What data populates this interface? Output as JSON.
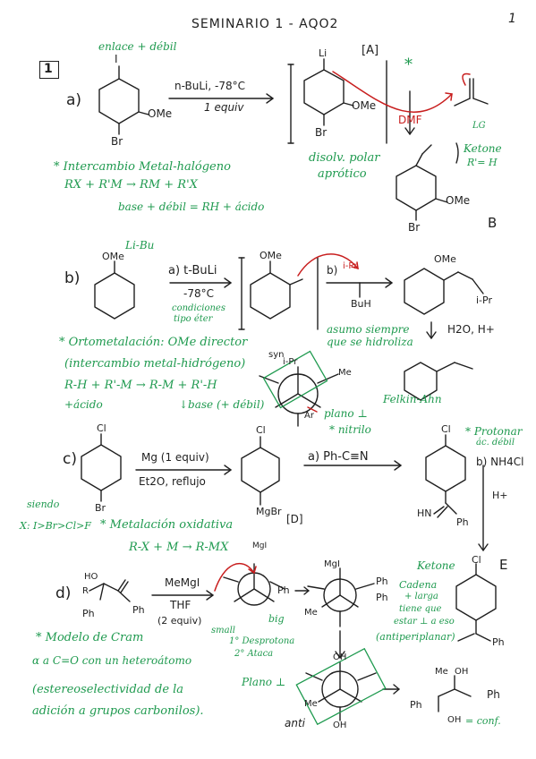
{
  "header": {
    "title": "SEMINARIO 1 - AQO2",
    "page_number": "1"
  },
  "problem_number": "1",
  "colors": {
    "ink": "#1f1f1f",
    "green": "#1f9a4f",
    "red": "#c81e1e"
  },
  "part_a": {
    "label": "a)",
    "weak_bond": "enlace + débil",
    "iodo": "I",
    "ome": "OMe",
    "br": "Br",
    "reagent": "n-BuLi, -78°C",
    "equiv": "1 equiv",
    "intermediate_li": "Li",
    "intermediate_ome": "OMe",
    "intermediate_br": "Br",
    "bracket_letter": "[A]",
    "star": "*",
    "dmf": "DMF",
    "solvent_note_1": "disolv. polar",
    "solvent_note_2": "aprótico",
    "lg": "LG",
    "ketone_note": "Ketone",
    "r_note": "R'= H",
    "product_ome": "OMe",
    "product_br": "Br",
    "product_letter": "B",
    "explanation_1": "* Intercambio Metal-halógeno",
    "equation_1": "RX + R'M → RM + R'X",
    "equation_2": "base + débil = RH + ácido"
  },
  "part_b": {
    "label": "b)",
    "li_bu": "Li-Bu",
    "ome": "OMe",
    "reagent": "a) t-BuLi",
    "temp": "-78°C",
    "cond_1": "condiciones",
    "cond_2": "tipo éter",
    "step_b": "b)",
    "ipr": "i-Pr",
    "buh": "BuH",
    "assume_1": "asumo siempre",
    "assume_2": "que se hidroliza",
    "workup": "H2O, H+",
    "explanation_1": "* Ortometalación: OMe director",
    "explanation_2": "(intercambio metal-hidrógeno)",
    "equation": "R-H + R'-M → R-M + R'-H",
    "acid": "+ácido",
    "base": "↓base (+ débil)",
    "syn": "syn",
    "newman_me": "Me",
    "newman_ipr": "i-Pr",
    "newman_ar": "Ar",
    "plano": "plano ⊥",
    "felkin": "Felkin-Ahn",
    "nitrilo": "* nitrilo"
  },
  "part_c": {
    "label": "c)",
    "cl": "Cl",
    "br": "Br",
    "reagent": "Mg (1 equiv)",
    "conditions": "Et2O, reflujo",
    "step_a": "a) Ph-C≡N",
    "step_b": "b) NH4Cl",
    "protonate_1": "* Protonar",
    "protonate_2": "ác. débil",
    "h_plus": "H+",
    "siendo": "siendo",
    "halogen_order": "X: I>Br>Cl>F",
    "explanation": "* Metalación oxidativa",
    "mgbr": "MgBr",
    "bracket_letter": "[D]",
    "equation": "R-X + M → R-MX",
    "imine": "HN",
    "ph": "Ph",
    "ketone": "Ketone",
    "product_letter": "E"
  },
  "part_d": {
    "label": "d)",
    "ho": "HO",
    "r": "R",
    "ph": "Ph",
    "reagent": "MeMgI",
    "solvent": "THF",
    "equiv": "(2 equiv)",
    "small": "small",
    "big": "big",
    "step_1": "1° Desprotona",
    "step_2": "2° Ataca",
    "chain_1": "Cadena",
    "chain_2": "+ larga",
    "chain_3": "tiene que",
    "chain_4": "estar ⊥ a eso",
    "chain_5": "(antiperiplanar)",
    "explanation_1": "* Modelo de Cram",
    "explanation_2": "α a C=O con un heteroátomo",
    "explanation_3": "(estereoselectividad de la",
    "explanation_4": "adición a grupos carbonilos).",
    "plano": "Plano ⊥",
    "mgi": "MgI",
    "me": "Me",
    "oh": "OH",
    "anti": "anti",
    "conf": "= conf."
  }
}
